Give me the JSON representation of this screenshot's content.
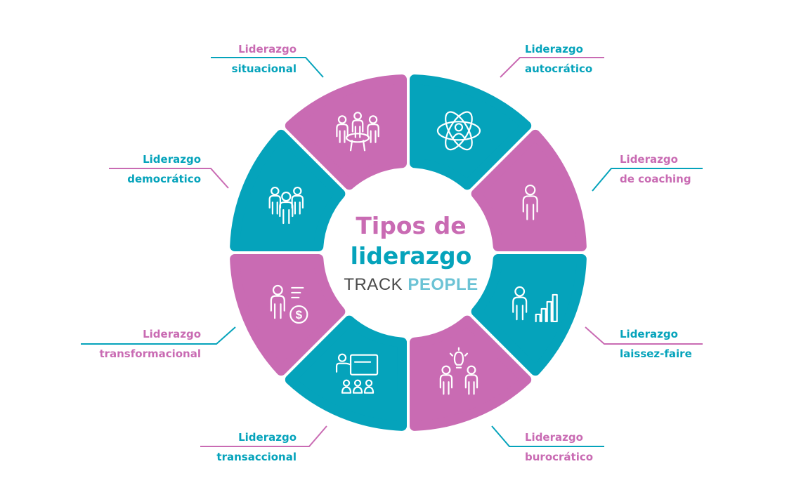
{
  "colors": {
    "pink": "#c96bb3",
    "teal": "#05a3bb",
    "brand_light": "#6cc3d5"
  },
  "center": {
    "title_line1": "Tipos de",
    "title_line2": "liderazgo",
    "brand_part1": "TRACK",
    "brand_part2": "PEOPLE"
  },
  "segments": [
    {
      "icon": "atom-person-icon",
      "color": "teal"
    },
    {
      "icon": "person-icon",
      "color": "pink"
    },
    {
      "icon": "person-growth-chart-icon",
      "color": "teal"
    },
    {
      "icon": "people-lightbulb-icon",
      "color": "pink"
    },
    {
      "icon": "presentation-board-icon",
      "color": "teal"
    },
    {
      "icon": "person-money-icon",
      "color": "pink"
    },
    {
      "icon": "group-people-icon",
      "color": "teal"
    },
    {
      "icon": "meeting-table-icon",
      "color": "pink"
    }
  ],
  "labels": {
    "situacional": {
      "line1": "Liderazgo",
      "line2": "situacional"
    },
    "autocratico": {
      "line1": "Liderazgo",
      "line2": "autocrático"
    },
    "coaching": {
      "line1": "Liderazgo",
      "line2": "de coaching"
    },
    "laissez": {
      "line1": "Liderazgo",
      "line2": "laissez-faire"
    },
    "burocratico": {
      "line1": "Liderazgo",
      "line2": "burocrático"
    },
    "transaccional": {
      "line1": "Liderazgo",
      "line2": "transaccional"
    },
    "transformacional": {
      "line1": "Liderazgo",
      "line2": "transformacional"
    },
    "democratico": {
      "line1": "Liderazgo",
      "line2": "democrático"
    }
  }
}
